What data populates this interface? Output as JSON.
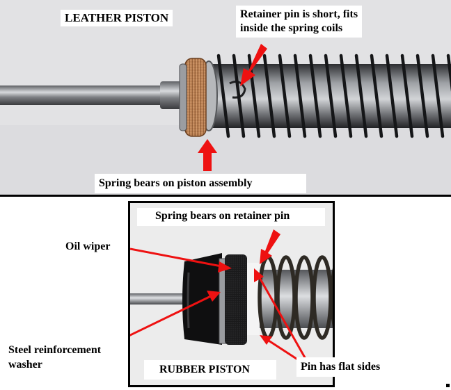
{
  "top_panel": {
    "title": "LEATHER PISTON",
    "retainer_note_line1": "Retainer pin is short, fits",
    "retainer_note_line2": "inside the spring coils",
    "spring_note": "Spring bears on piston assembly"
  },
  "bottom_panel": {
    "spring_note": "Spring bears on retainer pin",
    "oil_wiper": "Oil wiper",
    "steel_washer_line1": "Steel reinforcement",
    "steel_washer_line2": "washer",
    "title": "RUBBER PISTON",
    "pin_note": "Pin has flat sides"
  },
  "colors": {
    "arrow": "#ee1111",
    "label_background": "#ffffff",
    "leather": "#c98d5e",
    "rubber": "#111111",
    "steel": "#8a8c90"
  }
}
